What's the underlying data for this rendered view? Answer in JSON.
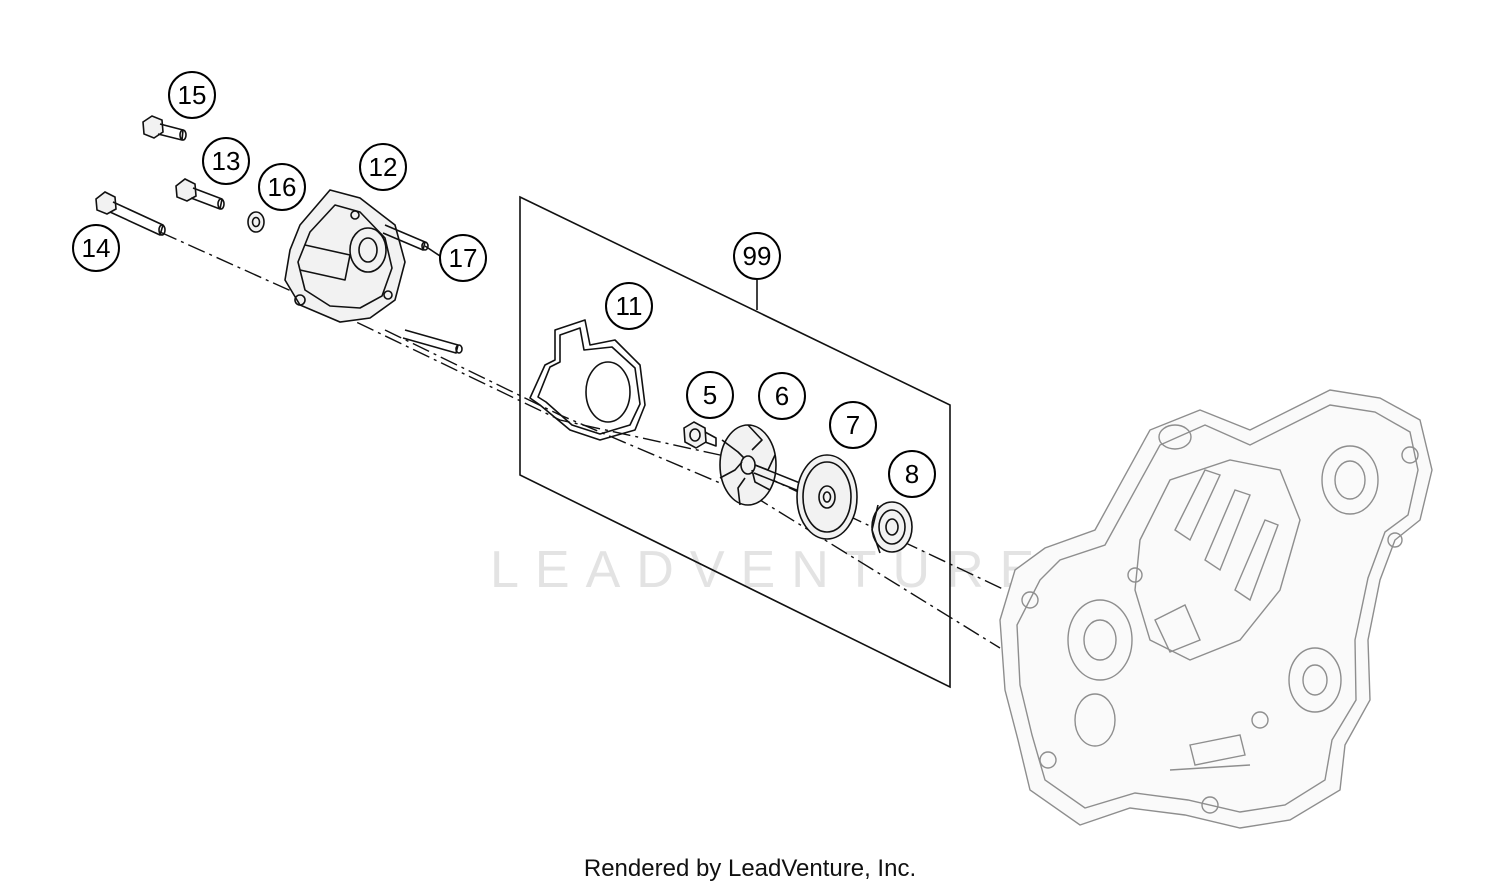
{
  "watermark": "LEADVENTURE",
  "footer": "Rendered by LeadVenture, Inc.",
  "callouts": {
    "c15": "15",
    "c13": "13",
    "c16": "16",
    "c12": "12",
    "c14": "14",
    "c17": "17",
    "c99": "99",
    "c11": "11",
    "c5": "5",
    "c6": "6",
    "c7": "7",
    "c8": "8"
  },
  "colors": {
    "lines": "#111111",
    "ghost_engine_cover": "#8e8e8e",
    "watermark": "#e3e3e3"
  }
}
